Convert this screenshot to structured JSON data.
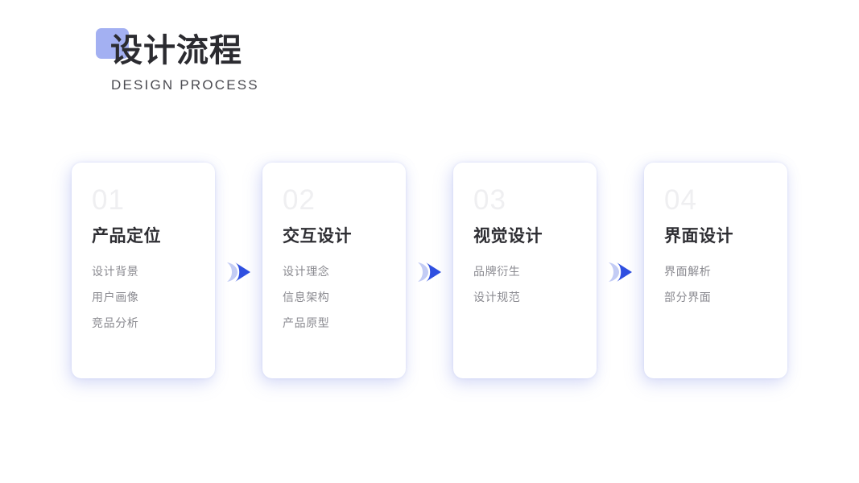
{
  "header": {
    "title_cn": "设计流程",
    "title_en": "DESIGN PROCESS",
    "accent_color": "#A3B0F2"
  },
  "theme": {
    "background": "#FFFFFF",
    "arrow_solid_color": "#2F4FE0",
    "arrow_ghost_color": "#C3CCF5",
    "card_background": "#FFFFFF",
    "card_shadow_color": "#7E8EE6",
    "number_color": "#EFEFF1",
    "card_title_color": "#2E2E33",
    "card_item_color": "#8A8A90"
  },
  "steps": [
    {
      "number": "01",
      "title": "产品定位",
      "items": [
        "设计背景",
        "用户画像",
        "竞品分析"
      ]
    },
    {
      "number": "02",
      "title": "交互设计",
      "items": [
        "设计理念",
        "信息架构",
        "产品原型"
      ]
    },
    {
      "number": "03",
      "title": "视觉设计",
      "items": [
        "品牌衍生",
        "设计规范"
      ]
    },
    {
      "number": "04",
      "title": "界面设计",
      "items": [
        "界面解析",
        "部分界面"
      ]
    }
  ],
  "connectors": [
    {
      "icon": "double-chevron-right-icon"
    },
    {
      "icon": "double-chevron-right-icon"
    },
    {
      "icon": "double-chevron-right-icon"
    }
  ]
}
